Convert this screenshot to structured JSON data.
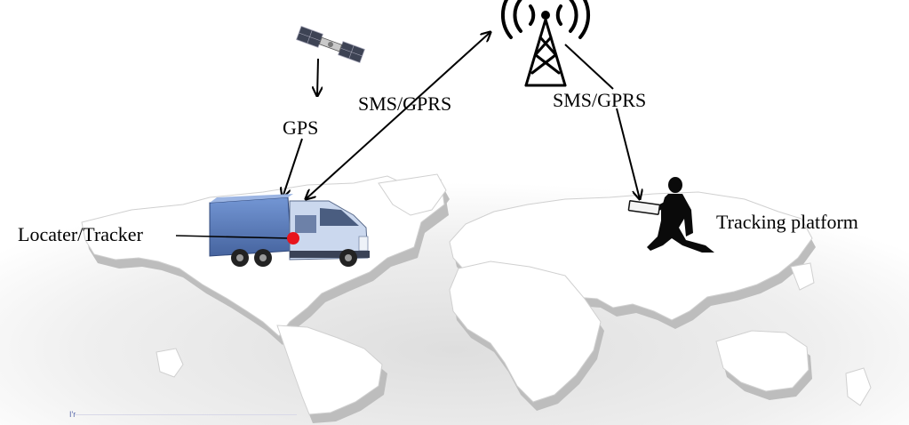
{
  "labels": {
    "gps": "GPS",
    "sms_gprs_uplink": "SMS/GPRS",
    "sms_gprs_downlink": "SMS/GPRS",
    "tracker": "Locater/Tracker",
    "platform": "Tracking platform"
  },
  "footer_mark": "I'r",
  "colors": {
    "map_land": "#ffffff",
    "map_shadow": "#b8b8b8",
    "background": "#f2f2f2",
    "truck_box": "#5b7fc0",
    "truck_cab": "#c9d7ee",
    "tracker_dot": "#e8141c",
    "ink": "#000000"
  },
  "icons": [
    "satellite-icon",
    "cell-tower-icon",
    "truck-icon",
    "person-with-tablet-icon"
  ]
}
